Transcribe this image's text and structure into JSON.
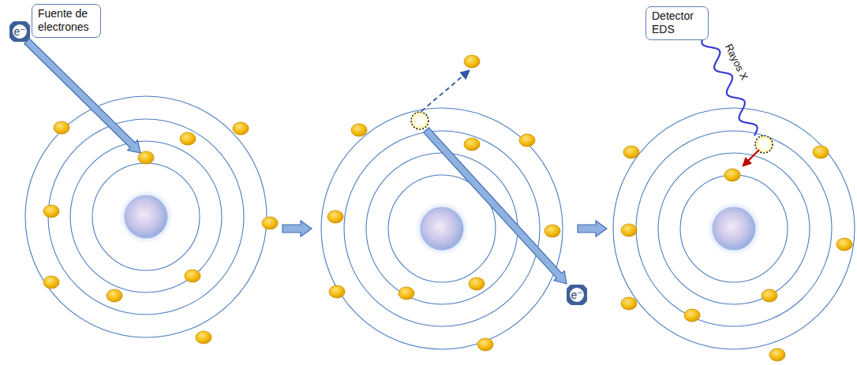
{
  "diagram": {
    "nodes": [
      {
        "text": [
          "Fuente de electrones"
        ]
      },
      {
        "text": [
          "e⁻"
        ]
      },
      {
        "text": [
          "Detector EDS"
        ]
      },
      {
        "text": [
          "e⁻"
        ]
      }
    ],
    "labels": [
      "Rayos X"
    ]
  }
}
